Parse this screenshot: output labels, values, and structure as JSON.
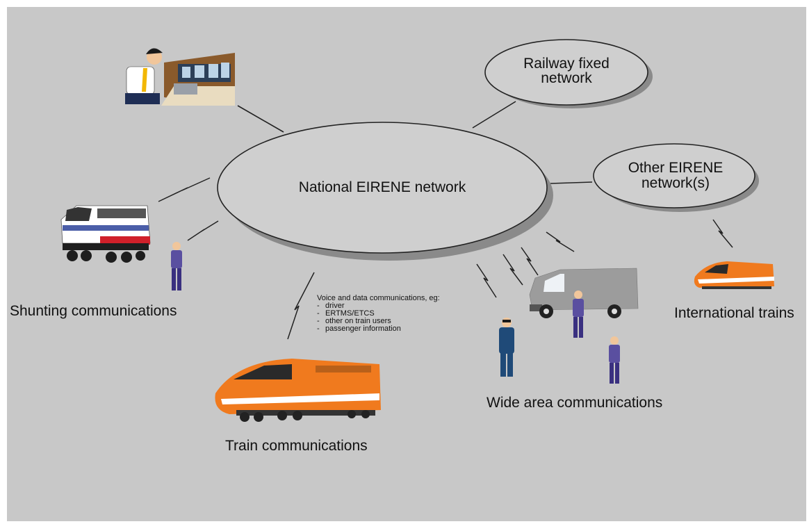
{
  "diagram": {
    "background_color": "#c8c8c8",
    "ellipse_fill": "#cfcfcf",
    "ellipse_shadow": "#8a8a8a",
    "train_orange": "#f07a1e",
    "nodes": {
      "national": "National EIRENE network",
      "railway_fixed": [
        "Railway fixed",
        "network"
      ],
      "other_eirene": [
        "Other EIRENE",
        "network(s)"
      ]
    },
    "labels": {
      "shunting": "Shunting communications",
      "train": "Train communications",
      "wide_area": "Wide area communications",
      "international": "International trains"
    },
    "voice_data_note": {
      "heading": "Voice and data communications, eg:",
      "items": [
        "driver",
        "ERTMS/ETCS",
        "other on train users",
        "passenger information"
      ]
    },
    "icons": [
      "dispatcher-icon",
      "shunting-locomotive-icon",
      "high-speed-train-icon",
      "van-icon",
      "worker-icon",
      "person-phone-icon",
      "international-train-icon",
      "radio-link-icon"
    ]
  }
}
